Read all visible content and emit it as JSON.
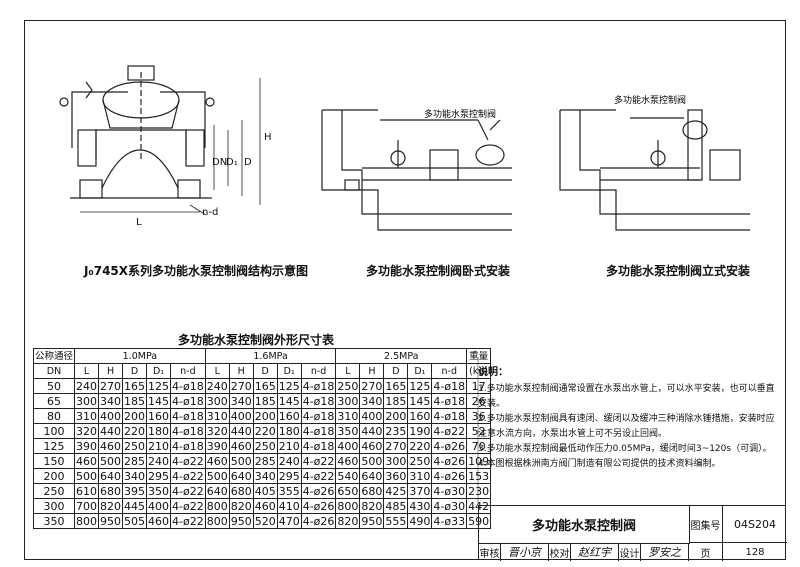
{
  "drawings": {
    "structure_caption": "J₀745X系列多功能水泵控制阀结构示意图",
    "horizontal_caption": "多功能水泵控制阀卧式安装",
    "vertical_caption": "多功能水泵控制阀立式安装",
    "horizontal_label": "多功能水泵控制阀",
    "vertical_label": "多功能水泵控制阀",
    "dim_labels": {
      "L": "L",
      "H": "H",
      "D": "D",
      "D1": "D₁",
      "DN": "DN",
      "nd": "n-d"
    }
  },
  "table": {
    "title": "多功能水泵控制阀外形尺寸表",
    "corner_top": "公称通径",
    "dn_label": "DN",
    "weight_label": "重量",
    "weight_unit": "(kg)",
    "pressure_groups": [
      "1.0MPa",
      "1.6MPa",
      "2.5MPa"
    ],
    "sub_headers": [
      "L",
      "H",
      "D",
      "D₁",
      "n-d"
    ],
    "rows": [
      [
        "50",
        "240",
        "270",
        "165",
        "125",
        "4-ø18",
        "240",
        "270",
        "165",
        "125",
        "4-ø18",
        "250",
        "270",
        "165",
        "125",
        "4-ø18",
        "17"
      ],
      [
        "65",
        "300",
        "340",
        "185",
        "145",
        "4-ø18",
        "300",
        "340",
        "185",
        "145",
        "4-ø18",
        "300",
        "340",
        "185",
        "145",
        "4-ø18",
        "26"
      ],
      [
        "80",
        "310",
        "400",
        "200",
        "160",
        "4-ø18",
        "310",
        "400",
        "200",
        "160",
        "4-ø18",
        "310",
        "400",
        "200",
        "160",
        "4-ø18",
        "36"
      ],
      [
        "100",
        "320",
        "440",
        "220",
        "180",
        "4-ø18",
        "320",
        "440",
        "220",
        "180",
        "4-ø18",
        "350",
        "440",
        "235",
        "190",
        "4-ø22",
        "52"
      ],
      [
        "125",
        "390",
        "460",
        "250",
        "210",
        "4-ø18",
        "390",
        "460",
        "250",
        "210",
        "4-ø18",
        "400",
        "460",
        "270",
        "220",
        "4-ø26",
        "70"
      ],
      [
        "150",
        "460",
        "500",
        "285",
        "240",
        "4-ø22",
        "460",
        "500",
        "285",
        "240",
        "4-ø22",
        "460",
        "500",
        "300",
        "250",
        "4-ø26",
        "109"
      ],
      [
        "200",
        "500",
        "640",
        "340",
        "295",
        "4-ø22",
        "500",
        "640",
        "340",
        "295",
        "4-ø22",
        "540",
        "640",
        "360",
        "310",
        "4-ø26",
        "153"
      ],
      [
        "250",
        "610",
        "680",
        "395",
        "350",
        "4-ø22",
        "640",
        "680",
        "405",
        "355",
        "4-ø26",
        "650",
        "680",
        "425",
        "370",
        "4-ø30",
        "230"
      ],
      [
        "300",
        "700",
        "820",
        "445",
        "400",
        "4-ø22",
        "800",
        "820",
        "460",
        "410",
        "4-ø26",
        "800",
        "820",
        "485",
        "430",
        "4-ø30",
        "442"
      ],
      [
        "350",
        "800",
        "950",
        "505",
        "460",
        "4-ø22",
        "800",
        "950",
        "520",
        "470",
        "4-ø26",
        "820",
        "950",
        "555",
        "490",
        "4-ø33",
        "590"
      ]
    ]
  },
  "notes": {
    "heading": "说明：",
    "items": [
      "1.多功能水泵控制阀通常设置在水泵出水管上，可以水平安装，也可以垂直安装。",
      "2.多功能水泵控制阀具有速闭、缓闭以及缓冲三种消除水锤措施，安装时应注意水流方向，水泵出水管上可不另设止回阀。",
      "3.多功能水泵控制阀最低动作压力0.05MPa，缓闭时间3~120s（可调）。",
      "4.本图根据株洲南方阀门制造有限公司提供的技术资料编制。"
    ]
  },
  "title_block": {
    "title": "多功能水泵控制阀",
    "atlas_label": "图集号",
    "atlas_no": "04S204",
    "review_label": "审核",
    "review_sig": "晋小京",
    "check_label": "校对",
    "check_sig": "赵红宇",
    "design_label": "设计",
    "design_sig": "罗安之",
    "page_label": "页",
    "page_no": "128"
  }
}
